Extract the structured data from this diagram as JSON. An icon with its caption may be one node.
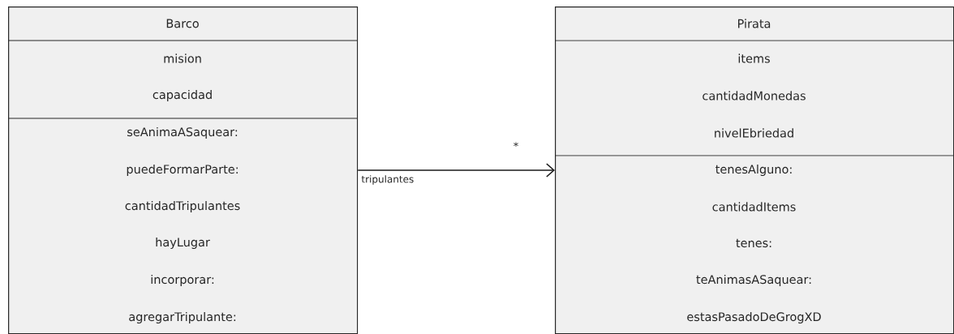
{
  "diagram": {
    "nodes": [
      {
        "text": [
          "Barco",
          "mision",
          "capacidad",
          "seAnimaASaquear:",
          "puedeFormarParte:",
          "cantidadTripulantes",
          "hayLugar",
          "incorporar:",
          "agregarTripulante:"
        ]
      },
      {
        "text": [
          "Pirata",
          "items",
          "cantidadMonedas",
          "nivelEbriedad",
          "tenesAlguno:",
          "cantidadItems",
          "tenes:",
          "teAnimasASaquear:",
          "estasPasadoDeGrogXD"
        ]
      }
    ],
    "edges": [
      {
        "from": 0,
        "to": 1,
        "arrow": "to",
        "label": "tripulantes"
      }
    ],
    "labels": [
      "*"
    ]
  }
}
